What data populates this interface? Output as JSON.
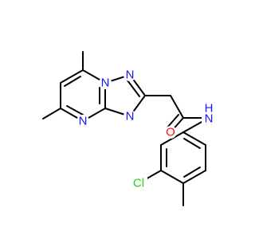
{
  "colors": {
    "background": "#ffffff",
    "bond": "#000000",
    "nitrogen": "#1515ff",
    "oxygen": "#ff0d0d",
    "chlorine": "#1ed31e"
  },
  "atom_labels": {
    "n_bridge": "N",
    "n_triazole_top": "N",
    "n_triazole_bottom": "N",
    "n_pyrimidine": "N",
    "o_carbonyl": "O",
    "n_amide": "N",
    "h_amide": "H",
    "cl": "Cl"
  }
}
